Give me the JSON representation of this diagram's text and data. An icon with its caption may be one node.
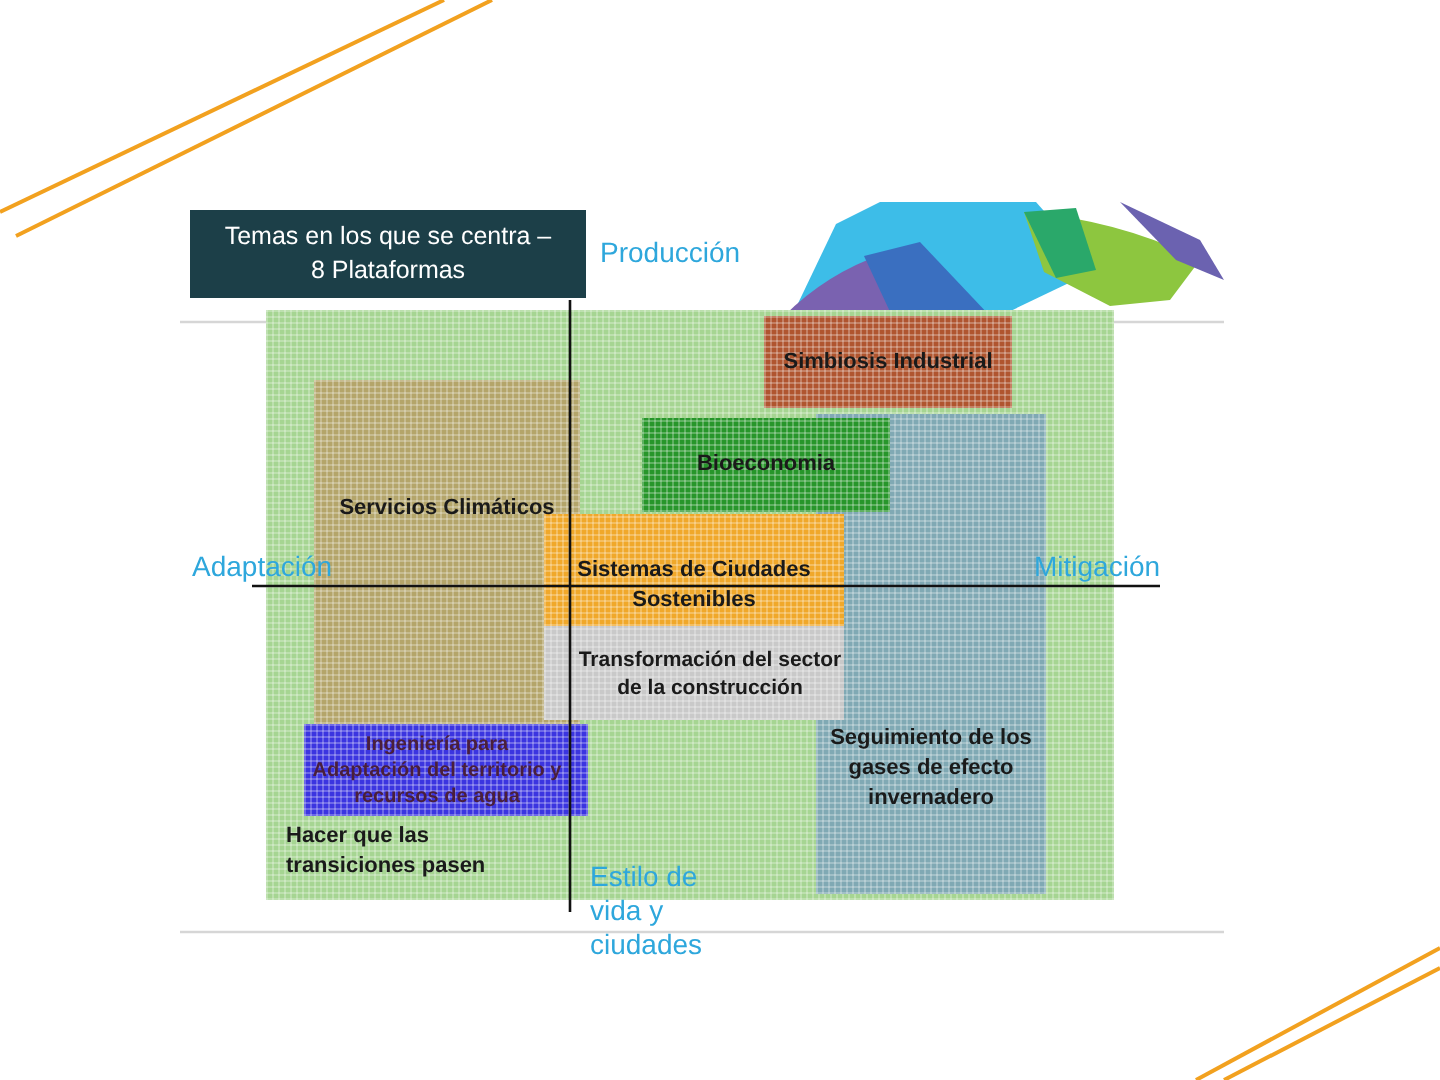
{
  "diagram": {
    "title": "Temas en los que se centra – 8 Plataformas",
    "nodes": [
      {
        "text": [
          "Hacer que las transiciones pasen"
        ]
      },
      {
        "text": [
          "Simbiosis Industrial"
        ],
        "in": 0
      },
      {
        "text": [
          "Bioeconomia"
        ],
        "in": 0
      },
      {
        "text": [
          "Servicios Climáticos"
        ],
        "in": 0
      },
      {
        "text": [
          "Sistemas de Ciudades Sostenibles"
        ],
        "in": 0
      },
      {
        "text": [
          "Transformación del sector de la construcción"
        ],
        "in": 0
      },
      {
        "text": [
          "Ingeniería para Adaptación del territorio y recursos de agua"
        ],
        "in": 0
      },
      {
        "text": [
          "Seguimiento de los gases de efecto invernadero"
        ],
        "in": 0
      }
    ],
    "labels": [
      "Producción",
      "Adaptación",
      "Mitigación",
      "Estilo de vida y ciudades"
    ]
  }
}
